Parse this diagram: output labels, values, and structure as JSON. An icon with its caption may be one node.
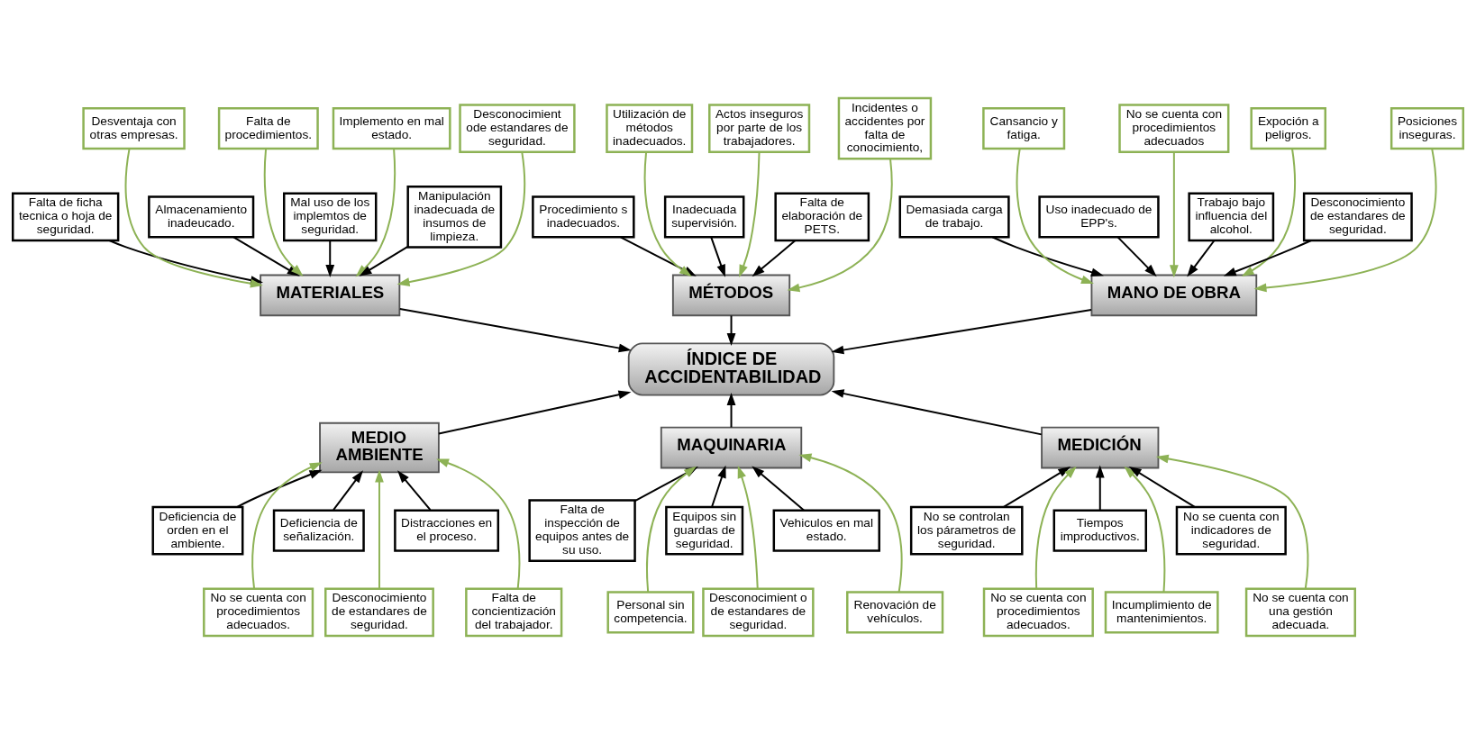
{
  "diagram": {
    "nodes": [
      {
        "text": [
          "MANO DE OBRA"
        ]
      },
      {
        "text": [
          "MATERIALES"
        ]
      },
      {
        "text": [
          "MÉTODOS"
        ]
      },
      {
        "text": [
          "Demasiada carga de trabajo."
        ]
      },
      {
        "text": [
          "Cansancio y fatiga."
        ]
      },
      {
        "text": [
          "Falta de ficha tecnica o hoja de seguridad."
        ]
      },
      {
        "text": [
          "Desventaja con otras empresas."
        ]
      },
      {
        "text": [
          "Procedimiento s inadecuados."
        ]
      },
      {
        "text": [
          "Utilización de métodos inadecuados."
        ]
      },
      {
        "text": [
          "Uso inadecuado de EPP's."
        ]
      },
      {
        "text": [
          "No se cuenta con procedimientos adecuados"
        ]
      },
      {
        "text": [
          "Almacenamiento inadeucado."
        ]
      },
      {
        "text": [
          "Falta de procedimientos."
        ]
      },
      {
        "text": [
          "Inadecuada supervisión."
        ]
      },
      {
        "text": [
          "Actos inseguros por parte de los trabajadores."
        ]
      },
      {
        "text": [
          "Trabajo bajo influencia del alcohol."
        ]
      },
      {
        "text": [
          "Expoción a peligros."
        ]
      },
      {
        "text": [
          "Mal uso de los implemtos de seguridad."
        ]
      },
      {
        "text": [
          "Implemento en mal estado."
        ]
      },
      {
        "text": [
          "Falta de elaboración de PETS."
        ]
      },
      {
        "text": [
          "Incidentes o accidentes por falta de conocimiento,"
        ]
      },
      {
        "text": [
          "Desconocimiento de estandares de seguridad."
        ]
      },
      {
        "text": [
          "Posiciones inseguras."
        ]
      },
      {
        "text": [
          "Manipulación inadecuada de insumos de limpieza."
        ]
      },
      {
        "text": [
          "Desconocimient ode estandares de seguridad."
        ]
      },
      {
        "text": [
          "ÍNDICE DE ACCIDENTABILIDAD"
        ]
      },
      {
        "text": [
          "Deficiencia de orden en el ambiente."
        ]
      },
      {
        "text": [
          "No se cuenta con procedimientos adecuados."
        ]
      },
      {
        "text": [
          "Falta de inspección de equipos antes de su uso."
        ]
      },
      {
        "text": [
          "Personal sin competencia."
        ]
      },
      {
        "text": [
          "No se controlan los párametros de seguridad."
        ]
      },
      {
        "text": [
          "No se cuenta con procedimientos adecuados."
        ]
      },
      {
        "text": [
          "Deficiencia de señalización."
        ]
      },
      {
        "text": [
          "Desconocimiento de estandares de seguridad."
        ]
      },
      {
        "text": [
          "Equipos sin guardas de seguridad."
        ]
      },
      {
        "text": [
          "Desconocimient o de estandares de seguridad."
        ]
      },
      {
        "text": [
          "Tiempos improductivos."
        ]
      },
      {
        "text": [
          "Incumplimiento de mantenimientos."
        ]
      },
      {
        "text": [
          "Distracciones en el proceso."
        ]
      },
      {
        "text": [
          "Falta de concientización del trabajador."
        ]
      },
      {
        "text": [
          "Vehiculos en mal estado."
        ]
      },
      {
        "text": [
          "Renovación de vehículos."
        ]
      },
      {
        "text": [
          "No se cuenta con indicadores de seguridad."
        ]
      },
      {
        "text": [
          "No se cuenta con una gestión adecuada."
        ]
      },
      {
        "text": [
          "MEDIO AMBIENTE"
        ]
      },
      {
        "text": [
          "MAQUINARIA"
        ]
      },
      {
        "text": [
          "MEDICIÓN"
        ]
      }
    ],
    "edges": [
      {
        "from": 3,
        "to": 0,
        "arrow": "to"
      },
      {
        "from": 4,
        "to": 0,
        "arrow": "to",
        "color": "#8db255"
      },
      {
        "from": 9,
        "to": 0,
        "arrow": "to"
      },
      {
        "from": 10,
        "to": 0,
        "arrow": "to",
        "color": "#8db255"
      },
      {
        "from": 15,
        "to": 0,
        "arrow": "to"
      },
      {
        "from": 16,
        "to": 0,
        "arrow": "to",
        "color": "#8db255"
      },
      {
        "from": 21,
        "to": 0,
        "arrow": "to"
      },
      {
        "from": 22,
        "to": 0,
        "arrow": "to",
        "color": "#8db255"
      },
      {
        "from": 5,
        "to": 1,
        "arrow": "to"
      },
      {
        "from": 6,
        "to": 1,
        "arrow": "to",
        "color": "#8db255"
      },
      {
        "from": 11,
        "to": 1,
        "arrow": "to"
      },
      {
        "from": 12,
        "to": 1,
        "arrow": "to",
        "color": "#8db255"
      },
      {
        "from": 17,
        "to": 1,
        "arrow": "to"
      },
      {
        "from": 18,
        "to": 1,
        "arrow": "to",
        "color": "#8db255"
      },
      {
        "from": 23,
        "to": 1,
        "arrow": "to"
      },
      {
        "from": 24,
        "to": 1,
        "arrow": "to",
        "color": "#8db255"
      },
      {
        "from": 7,
        "to": 2,
        "arrow": "to"
      },
      {
        "from": 8,
        "to": 2,
        "arrow": "to",
        "color": "#8db255"
      },
      {
        "from": 13,
        "to": 2,
        "arrow": "to"
      },
      {
        "from": 14,
        "to": 2,
        "arrow": "to",
        "color": "#8db255"
      },
      {
        "from": 19,
        "to": 2,
        "arrow": "to"
      },
      {
        "from": 20,
        "to": 2,
        "arrow": "to",
        "color": "#8db255"
      },
      {
        "from": 0,
        "to": 25,
        "arrow": "to"
      },
      {
        "from": 1,
        "to": 25,
        "arrow": "to"
      },
      {
        "from": 2,
        "to": 25,
        "arrow": "to"
      },
      {
        "from": 44,
        "to": 25,
        "arrow": "to"
      },
      {
        "from": 45,
        "to": 25,
        "arrow": "to"
      },
      {
        "from": 46,
        "to": 25,
        "arrow": "to"
      },
      {
        "from": 26,
        "to": 44,
        "arrow": "to"
      },
      {
        "from": 27,
        "to": 44,
        "arrow": "to",
        "color": "#8db255"
      },
      {
        "from": 32,
        "to": 44,
        "arrow": "to"
      },
      {
        "from": 33,
        "to": 44,
        "arrow": "to",
        "color": "#8db255"
      },
      {
        "from": 38,
        "to": 44,
        "arrow": "to"
      },
      {
        "from": 39,
        "to": 44,
        "arrow": "to",
        "color": "#8db255"
      },
      {
        "from": 28,
        "to": 45,
        "arrow": "to"
      },
      {
        "from": 29,
        "to": 45,
        "arrow": "to",
        "color": "#8db255"
      },
      {
        "from": 34,
        "to": 45,
        "arrow": "to"
      },
      {
        "from": 35,
        "to": 45,
        "arrow": "to",
        "color": "#8db255"
      },
      {
        "from": 40,
        "to": 45,
        "arrow": "to"
      },
      {
        "from": 41,
        "to": 45,
        "arrow": "to",
        "color": "#8db255"
      },
      {
        "from": 30,
        "to": 46,
        "arrow": "to"
      },
      {
        "from": 31,
        "to": 46,
        "arrow": "to",
        "color": "#8db255"
      },
      {
        "from": 36,
        "to": 46,
        "arrow": "to"
      },
      {
        "from": 37,
        "to": 46,
        "arrow": "to",
        "color": "#8db255"
      },
      {
        "from": 42,
        "to": 46,
        "arrow": "to"
      },
      {
        "from": 43,
        "to": 46,
        "arrow": "to",
        "color": "#8db255"
      }
    ]
  }
}
